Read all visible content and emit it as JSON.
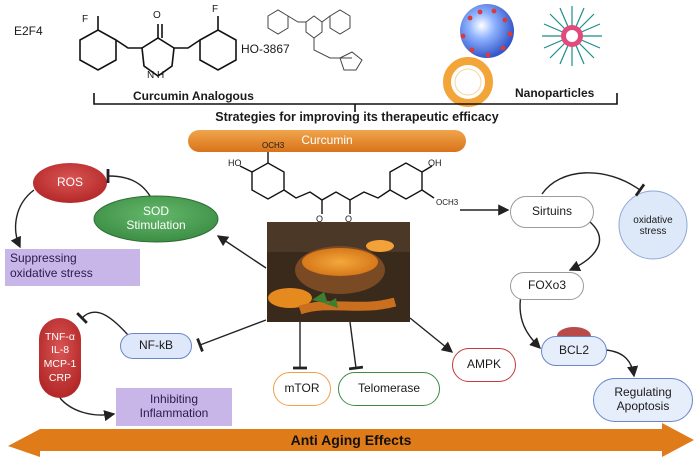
{
  "top": {
    "e2f4": "E2F4",
    "fluorine": "F",
    "oxygen": "O",
    "nh": "N\nH",
    "ho3867": "HO-3867",
    "analogous": "Curcumin Analogous",
    "nanoparticles": "Nanoparticles",
    "strategies": "Strategies for improving its therapeutic efficacy"
  },
  "center": {
    "curcumin": "Curcumin",
    "ho": "HO",
    "oh": "OH",
    "och3": "OCH3",
    "mtor": "mTOR",
    "telomerase": "Telomerase",
    "ampk": "AMPK"
  },
  "left": {
    "ros": "ROS",
    "sod": "SOD\nStimulation",
    "suppressing": "Suppressing\noxidative stress",
    "cytokines": "TNF-α\nIL-8\nMCP-1\nCRP",
    "nfkb": "NF-kB",
    "inhibiting": "Inhibiting\nInflammation"
  },
  "right": {
    "sirtuins": "Sirtuins",
    "oxidative": "oxidative\nstress",
    "foxo3": "FOXo3",
    "bcl2": "BCL2",
    "regulating": "Regulating\nApoptosis"
  },
  "bottom": {
    "anti_aging": "Anti Aging Effects"
  },
  "colors": {
    "accent_orange": "#e07b19",
    "ros_red": "#b42828",
    "sod_green": "#3c8e44",
    "lavender": "#c9b6e8",
    "blue_node": "#e7eefb"
  }
}
